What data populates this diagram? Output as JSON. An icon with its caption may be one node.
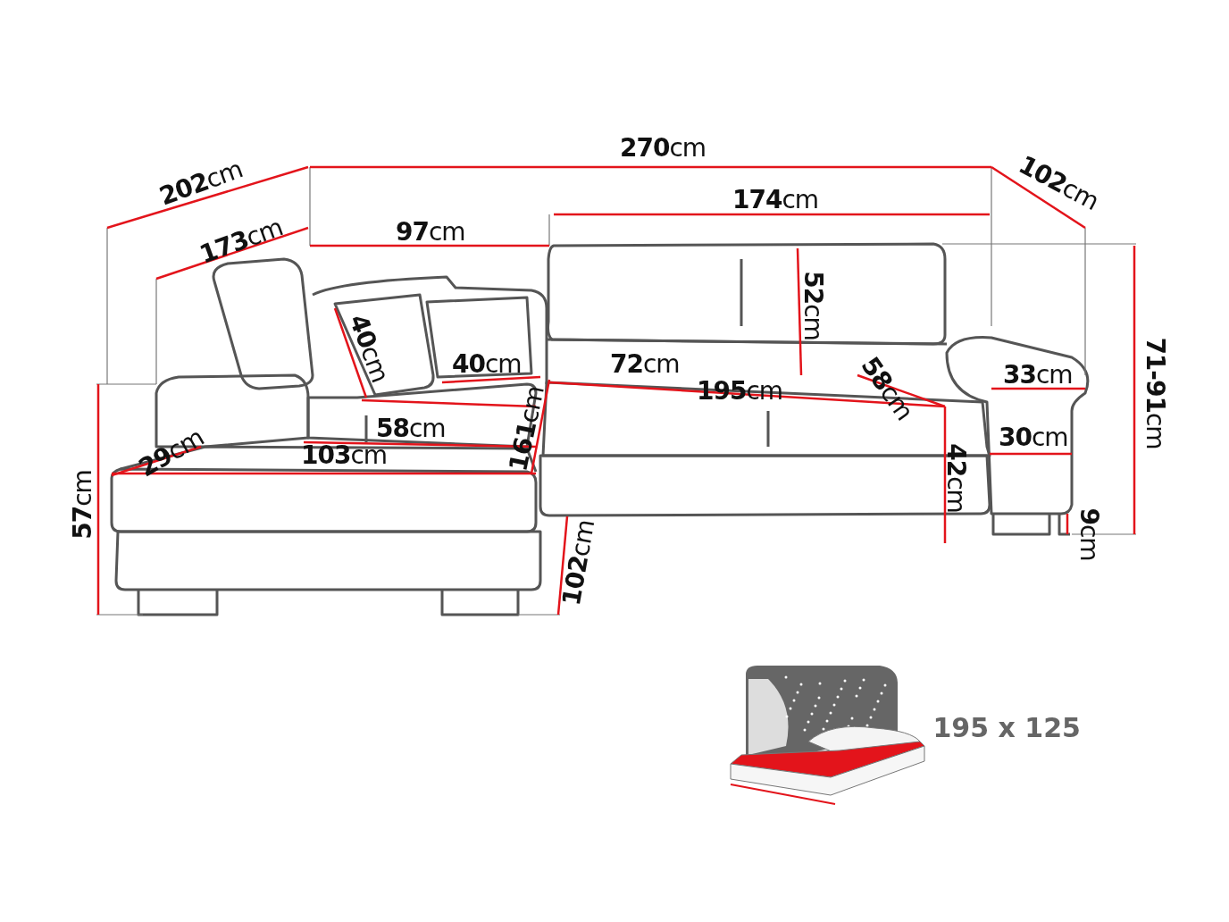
{
  "diagram": {
    "labels": [
      "**270**cm",
      "**202**cm",
      "**102**cm",
      "**174**cm",
      "**173**cm",
      "**97**cm",
      "**52**cm",
      "**71-91**cm",
      "**40**cm",
      "**40**cm",
      "**72**cm",
      "**58**cm",
      "**33**cm",
      "**195**cm",
      "**161**cm",
      "**58**cm",
      "**30**cm",
      "**29**cm",
      "**103**cm",
      "**42**cm",
      "**57**cm",
      "**9**cm",
      "**102**cm",
      "195 x 125"
    ]
  }
}
